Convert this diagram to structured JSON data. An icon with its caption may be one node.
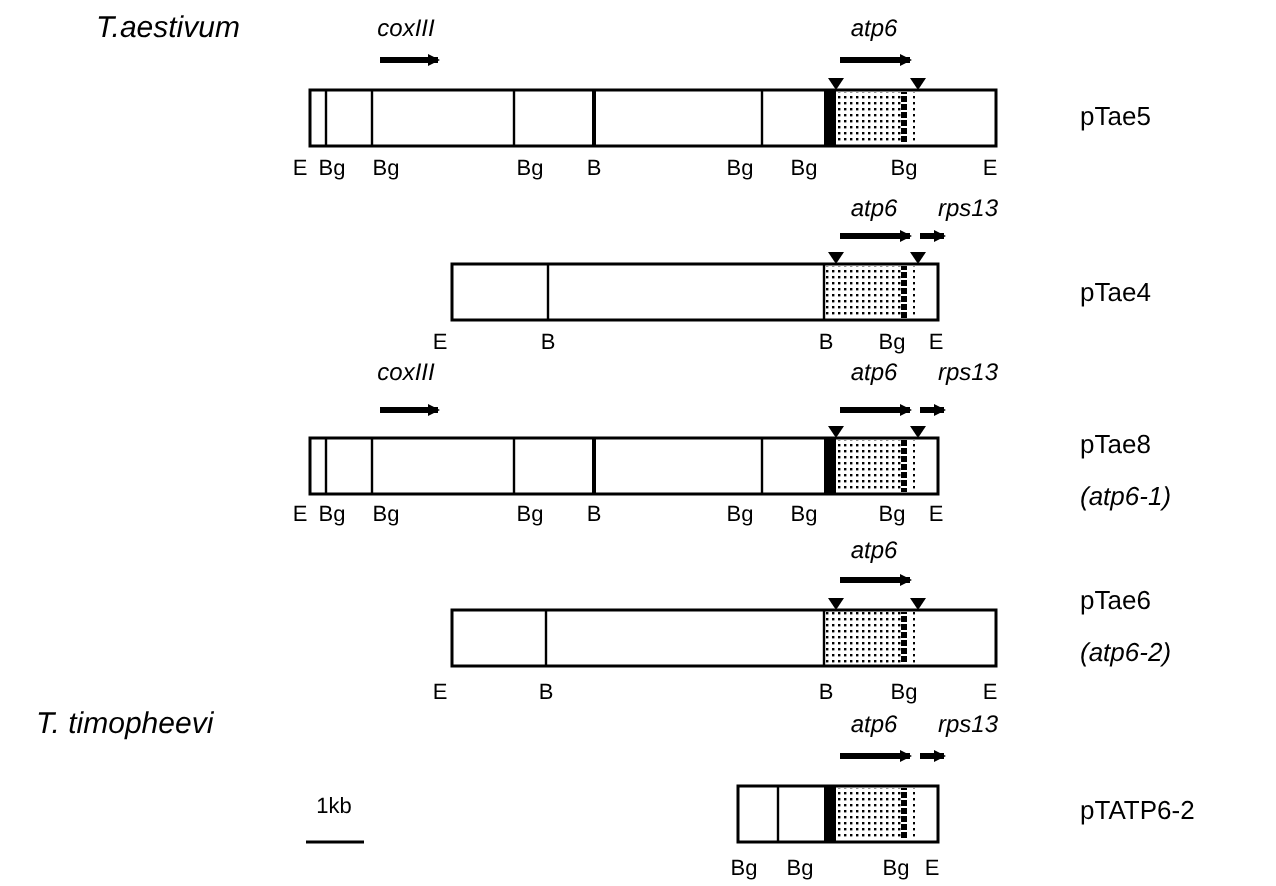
{
  "diagram": {
    "labels": [
      "T.aestivum",
      "coxIII",
      "atp6",
      "pTae5",
      "E",
      "Bg",
      "Bg",
      "Bg",
      "B",
      "Bg",
      "Bg",
      "Bg",
      "E",
      "atp6",
      "rps13",
      "pTae4",
      "E",
      "B",
      "B",
      "Bg",
      "E",
      "coxIII",
      "atp6",
      "rps13",
      "pTae8",
      "(atp6-1)",
      "E",
      "Bg",
      "Bg",
      "Bg",
      "B",
      "Bg",
      "Bg",
      "Bg",
      "E",
      "atp6",
      "pTae6",
      "(atp6-2)",
      "E",
      "B",
      "B",
      "Bg",
      "E",
      "T. timopheevi",
      "atp6",
      "rps13",
      "pTATP6-2",
      "1kb",
      "Bg",
      "Bg",
      "Bg",
      "E"
    ]
  }
}
